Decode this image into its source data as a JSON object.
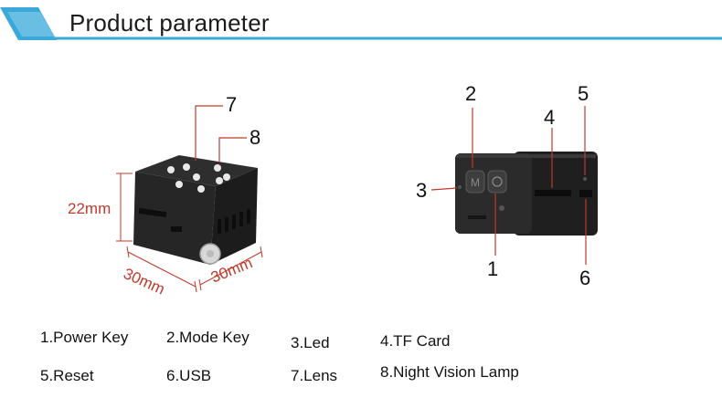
{
  "header": {
    "title": "Product parameter"
  },
  "dimensions": {
    "height": "22mm",
    "depth": "30mm",
    "width": "30mm"
  },
  "callouts": {
    "left": [
      "7",
      "8"
    ],
    "right": [
      "2",
      "5",
      "4",
      "3",
      "1",
      "6"
    ]
  },
  "legend": [
    "1.Power Key",
    "2.Mode Key",
    "3.Led",
    "4.TF Card",
    "5.Reset",
    "6.USB",
    "7.Lens",
    "8.Night Vision Lamp"
  ],
  "colors": {
    "accent": "#3aa8d8",
    "dimension": "#c0392b"
  }
}
